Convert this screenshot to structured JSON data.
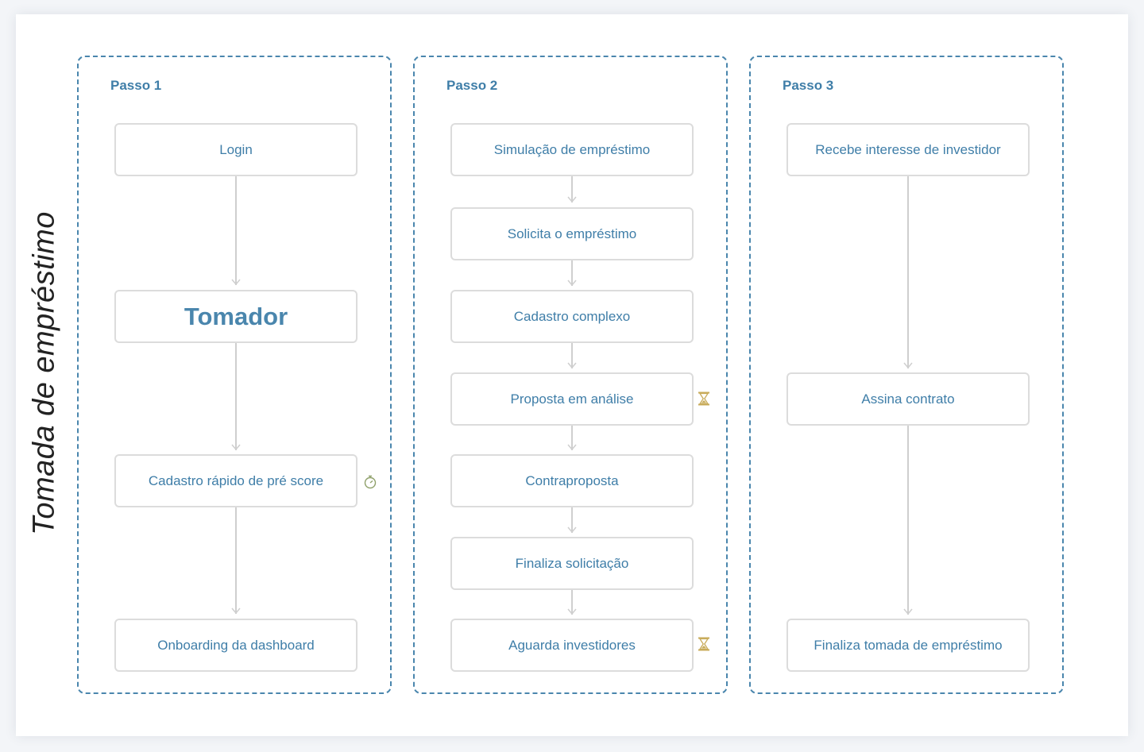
{
  "side_title": "Tomada de empréstimo",
  "colors": {
    "accent": "#3f7ea8",
    "border_dashed": "#4a86ad",
    "node_border": "#dcdcdc",
    "arrow": "#cfcfcf",
    "hourglass": "#c8ab5a",
    "timer": "#8fa06a"
  },
  "steps": [
    {
      "label": "Passo 1",
      "nodes": [
        {
          "label": "Login"
        },
        {
          "label": "Tomador"
        },
        {
          "label": "Cadastro rápido de pré score",
          "icon": "stopwatch-icon"
        },
        {
          "label": "Onboarding da dashboard"
        }
      ]
    },
    {
      "label": "Passo 2",
      "nodes": [
        {
          "label": "Simulação de empréstimo"
        },
        {
          "label": "Solicita o empréstimo"
        },
        {
          "label": "Cadastro complexo"
        },
        {
          "label": "Proposta em análise",
          "icon": "hourglass-icon"
        },
        {
          "label": "Contraproposta"
        },
        {
          "label": "Finaliza solicitação"
        },
        {
          "label": "Aguarda investidores",
          "icon": "hourglass-icon"
        }
      ]
    },
    {
      "label": "Passo 3",
      "nodes": [
        {
          "label": "Recebe interesse de investidor"
        },
        {
          "label": "Assina contrato"
        },
        {
          "label": "Finaliza tomada de empréstimo"
        }
      ]
    }
  ]
}
